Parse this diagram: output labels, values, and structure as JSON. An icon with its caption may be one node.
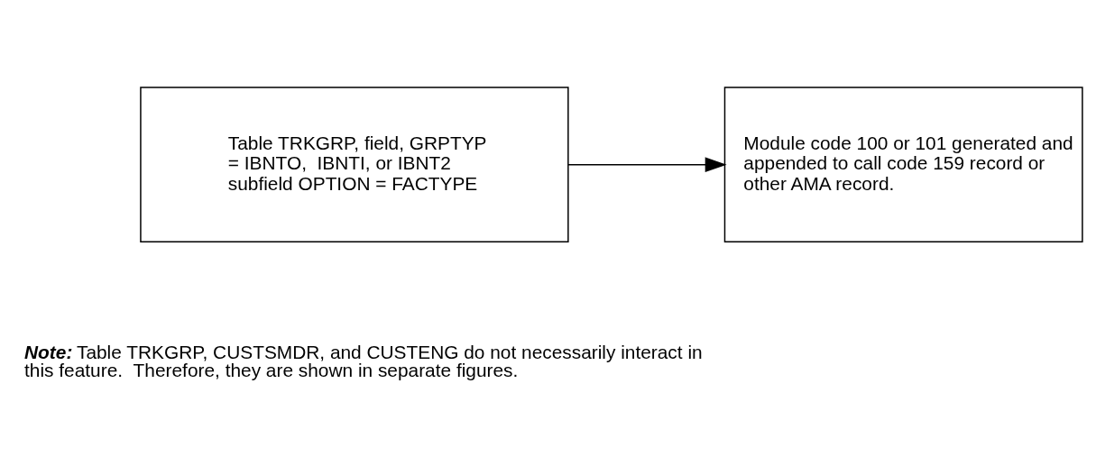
{
  "diagram": {
    "nodes": [
      {
        "text": [
          "Table TRKGRP, field, GRPTYP = IBNTO,  IBNTI, or IBNT2 subfield OPTION = FACTYPE"
        ]
      },
      {
        "text": [
          "Module code 100 or 101 generated and appended to call code 159 record or other AMA record."
        ]
      }
    ],
    "edges": [
      {
        "from": 0,
        "to": 1,
        "arrow": "to"
      }
    ],
    "labels": [
      "**Note:** Table TRKGRP, CUSTSMDR, and CUSTENG do not necessarily interact in this feature.  Therefore, they are shown in separate figures."
    ]
  }
}
